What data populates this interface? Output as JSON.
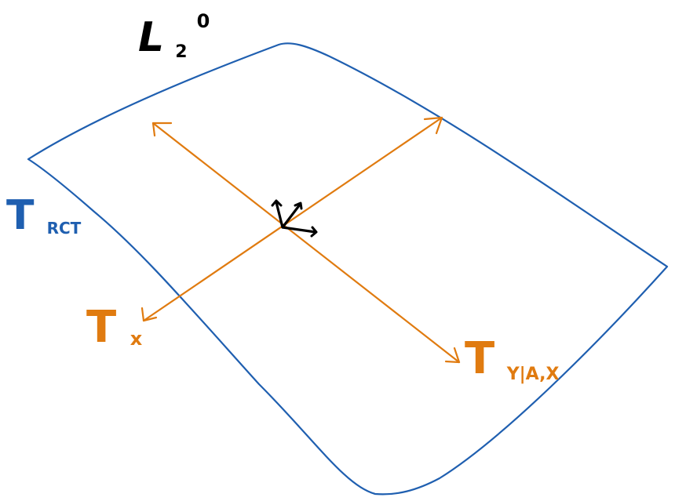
{
  "colors": {
    "surface": "#1f5fb0",
    "tangent": "#e07b10",
    "ink": "#000000",
    "background": "#ffffff"
  },
  "labels": {
    "space": {
      "main": "L",
      "sub": "2",
      "sup": "0"
    },
    "rct": {
      "main": "T",
      "sub": "RCT"
    },
    "tx": {
      "main": "T",
      "sub": "x"
    },
    "tyax": {
      "main": "T",
      "sub": "Y|A,X"
    }
  }
}
